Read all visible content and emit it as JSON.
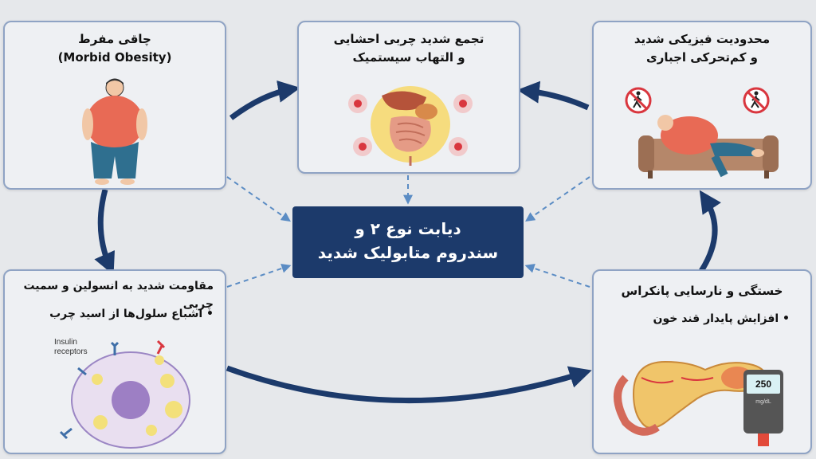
{
  "center": {
    "line1": "دیابت نوع ۲ و",
    "line2": "سندروم متابولیک شدید"
  },
  "top_left": {
    "line1": "چاقی مفرط",
    "line2": "(Morbid Obesity)"
  },
  "top_center": {
    "line1": "تجمع شدید چربی احشایی",
    "line2": "و التهاب سیستمیک"
  },
  "top_right": {
    "line1": "محدودیت فیزیکی شدید",
    "line2": "و کم‌تحرکی اجباری"
  },
  "bottom_left": {
    "line1": "مقاومت شدید به انسولین و سمیت چربی",
    "bullet": "• اشباع سلول‌ها از اسید چرب",
    "label_insulin": "Insulin",
    "label_receptors": "receptors"
  },
  "bottom_right": {
    "line1": "خستگی و نارسایی پانکراس",
    "bullet": "• افزایش پایدار قند خون",
    "meter_value": "250",
    "meter_unit": "mg/dL"
  },
  "colors": {
    "arrow": "#1c3a6b",
    "dashed": "#5b8cc4",
    "card_border": "#8fa3c4",
    "center_bg": "#1c3a6b",
    "accent_red": "#d9363e"
  }
}
